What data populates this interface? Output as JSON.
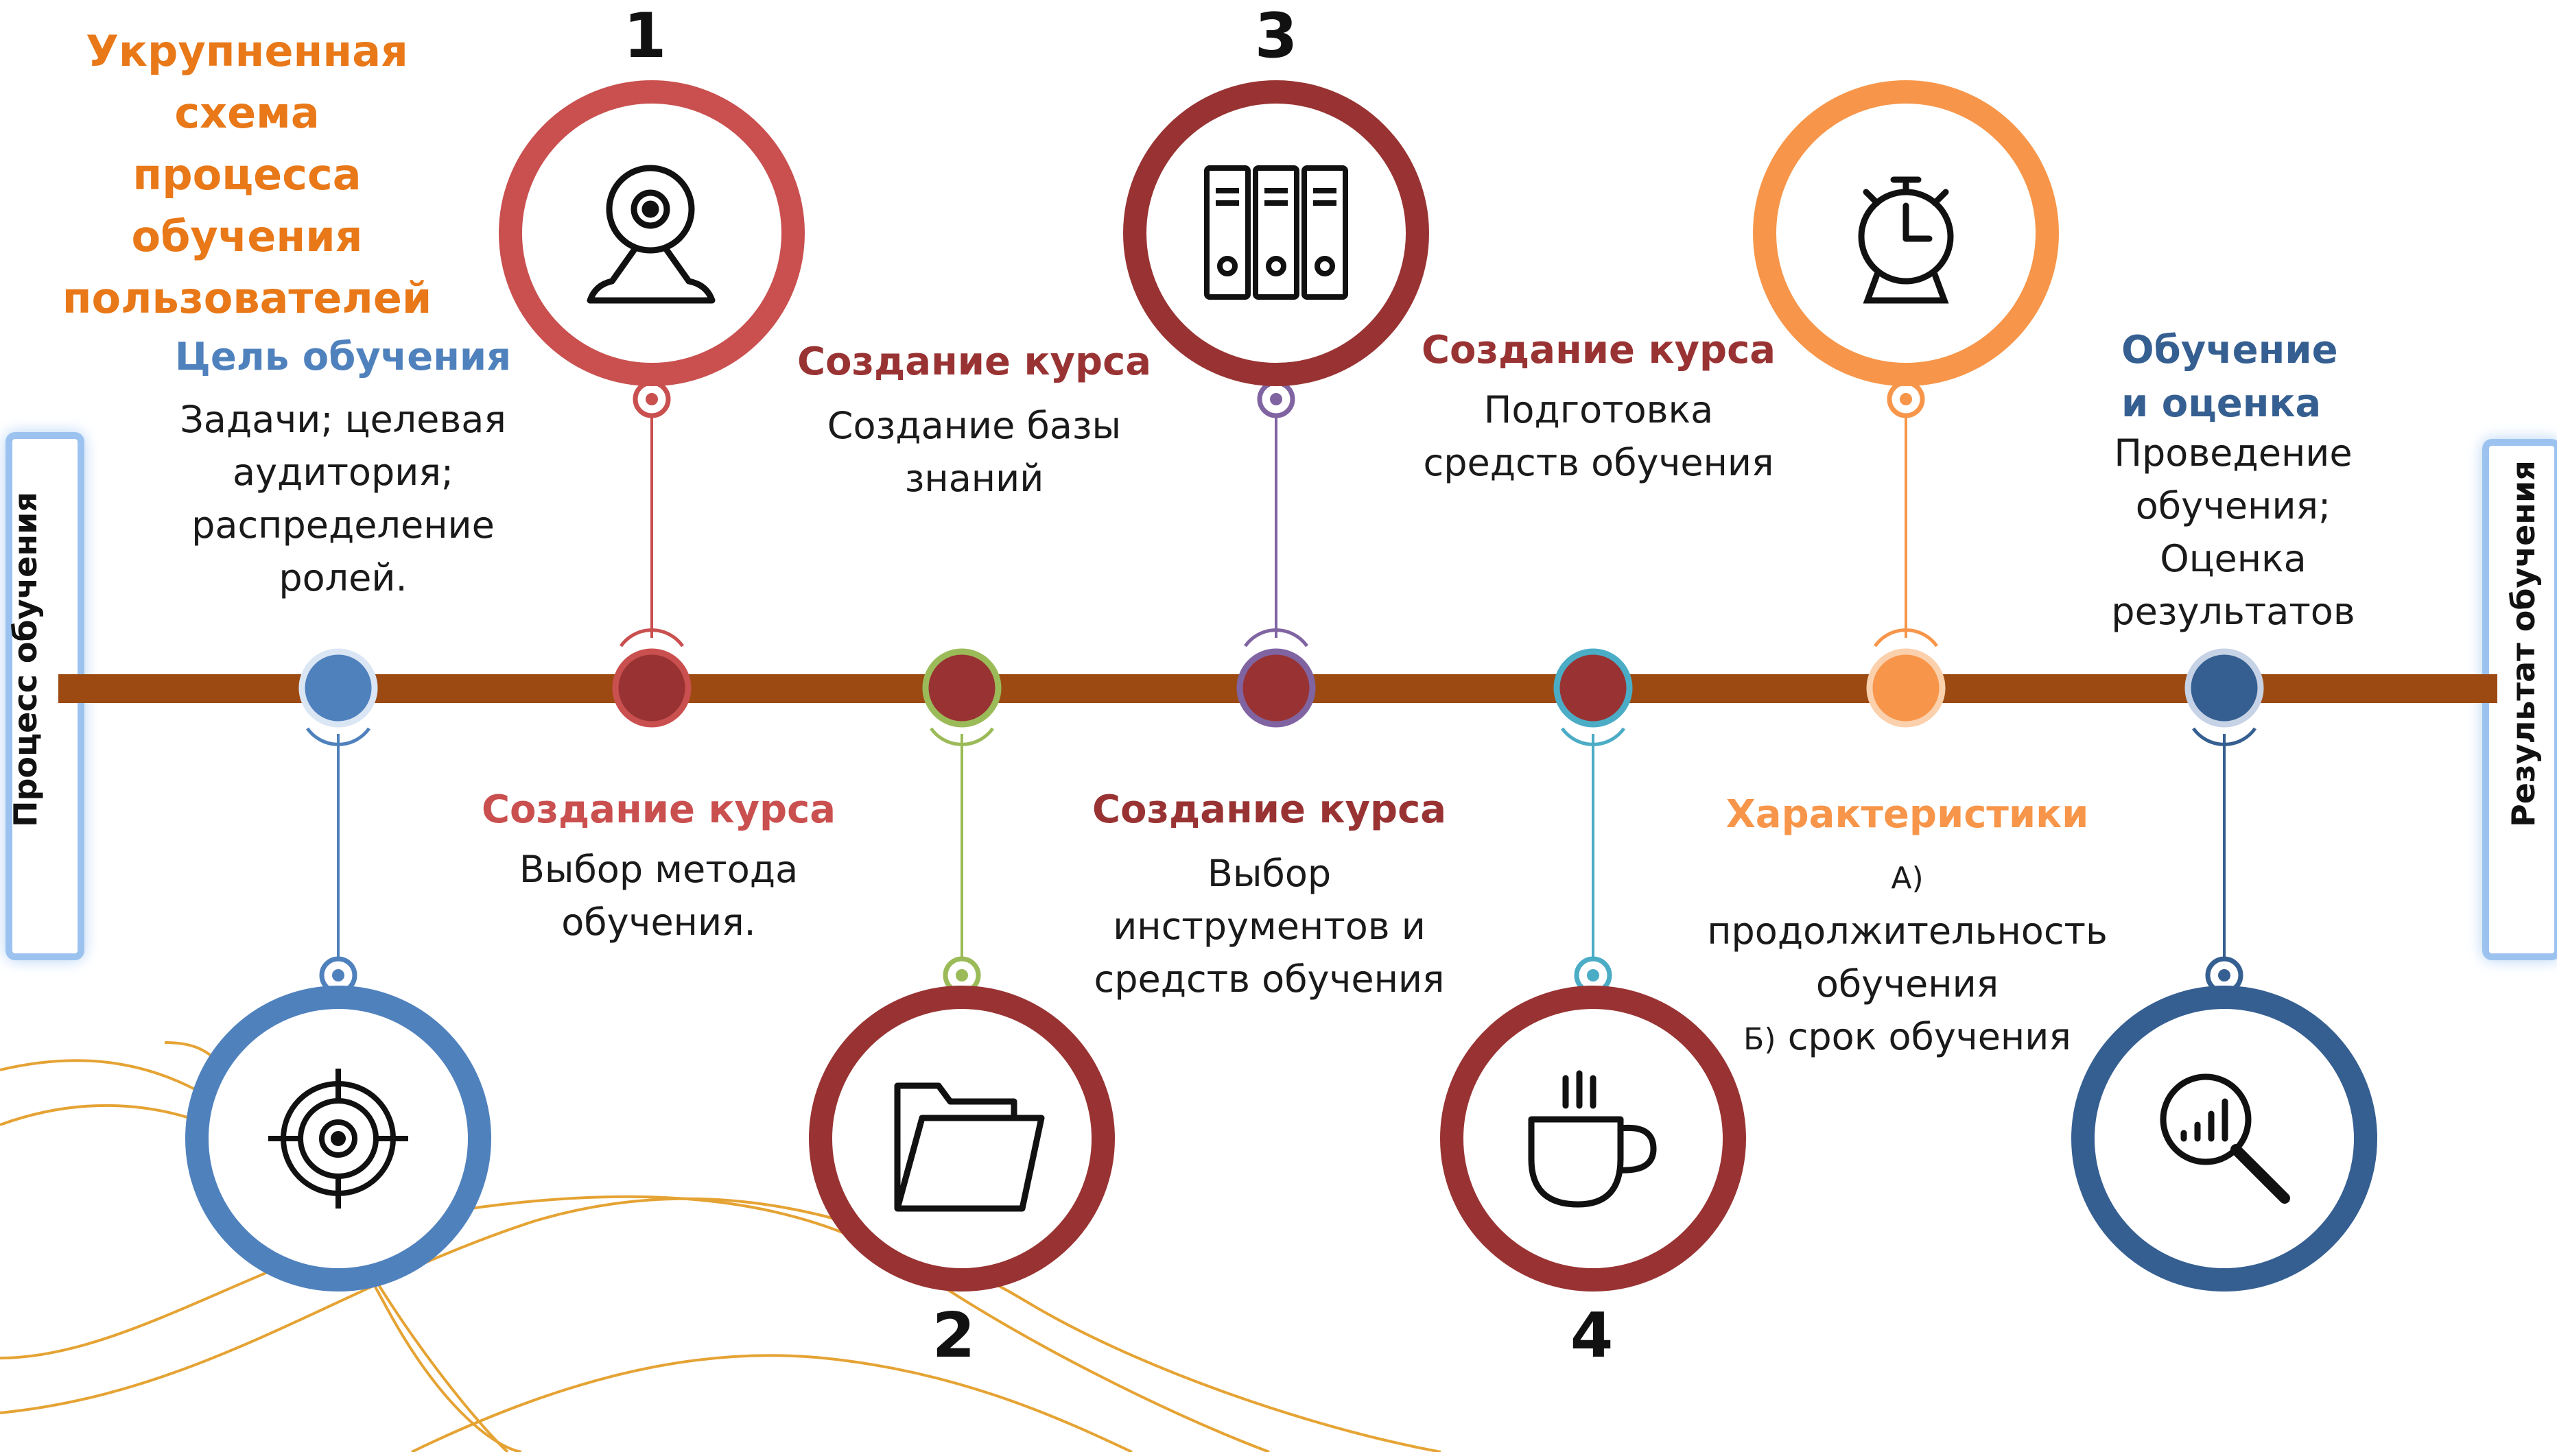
{
  "title": {
    "line1": "Укрупненная схема",
    "line2": "процесса обучения",
    "line3": "пользователей"
  },
  "side_labels": {
    "left": "Процесс обучения",
    "right": "Результат обучения"
  },
  "numbers": {
    "n1": "1",
    "n2": "2",
    "n3": "3",
    "n4": "4"
  },
  "steps": {
    "goal": {
      "heading": "Цель обучения",
      "lines": [
        "Задачи; целевая",
        "аудитория;",
        "распределение",
        "ролей."
      ]
    },
    "method": {
      "heading": "Создание курса",
      "lines": [
        "Выбор метода",
        "обучения."
      ]
    },
    "kb": {
      "heading": "Создание курса",
      "lines": [
        "Создание базы",
        "знаний"
      ]
    },
    "tools": {
      "heading": "Создание курса",
      "lines": [
        "Выбор",
        "инструментов и",
        "средств обучения"
      ]
    },
    "prep": {
      "heading": "Создание курса",
      "lines": [
        "Подготовка",
        "средств обучения"
      ]
    },
    "chars": {
      "heading": "Характеристики",
      "a_prefix": "А)",
      "a_text": "продолжительность",
      "a_text2": "обучения",
      "b_prefix": "Б)",
      "b_text": "срок обучения"
    },
    "eval": {
      "heading_line1": "Обучение",
      "heading_line2": "и оценка",
      "lines": [
        "Проведение",
        "обучения;",
        "Оценка",
        "результатов"
      ]
    }
  },
  "icons": [
    "webcam-icon",
    "folder-icon",
    "binders-icon",
    "coffee-cup-icon",
    "alarm-clock-icon",
    "target-icon",
    "analytics-search-icon"
  ],
  "colors": {
    "title_orange": "#e87818",
    "timeline_brown": "#9c4a12",
    "red": "#c9504f",
    "dark_red": "#993333",
    "orange": "#f7964a",
    "blue": "#4f81bd",
    "dark_blue": "#365f91",
    "green": "#9bbb59",
    "purple": "#8064a2",
    "teal": "#4bacc6"
  }
}
